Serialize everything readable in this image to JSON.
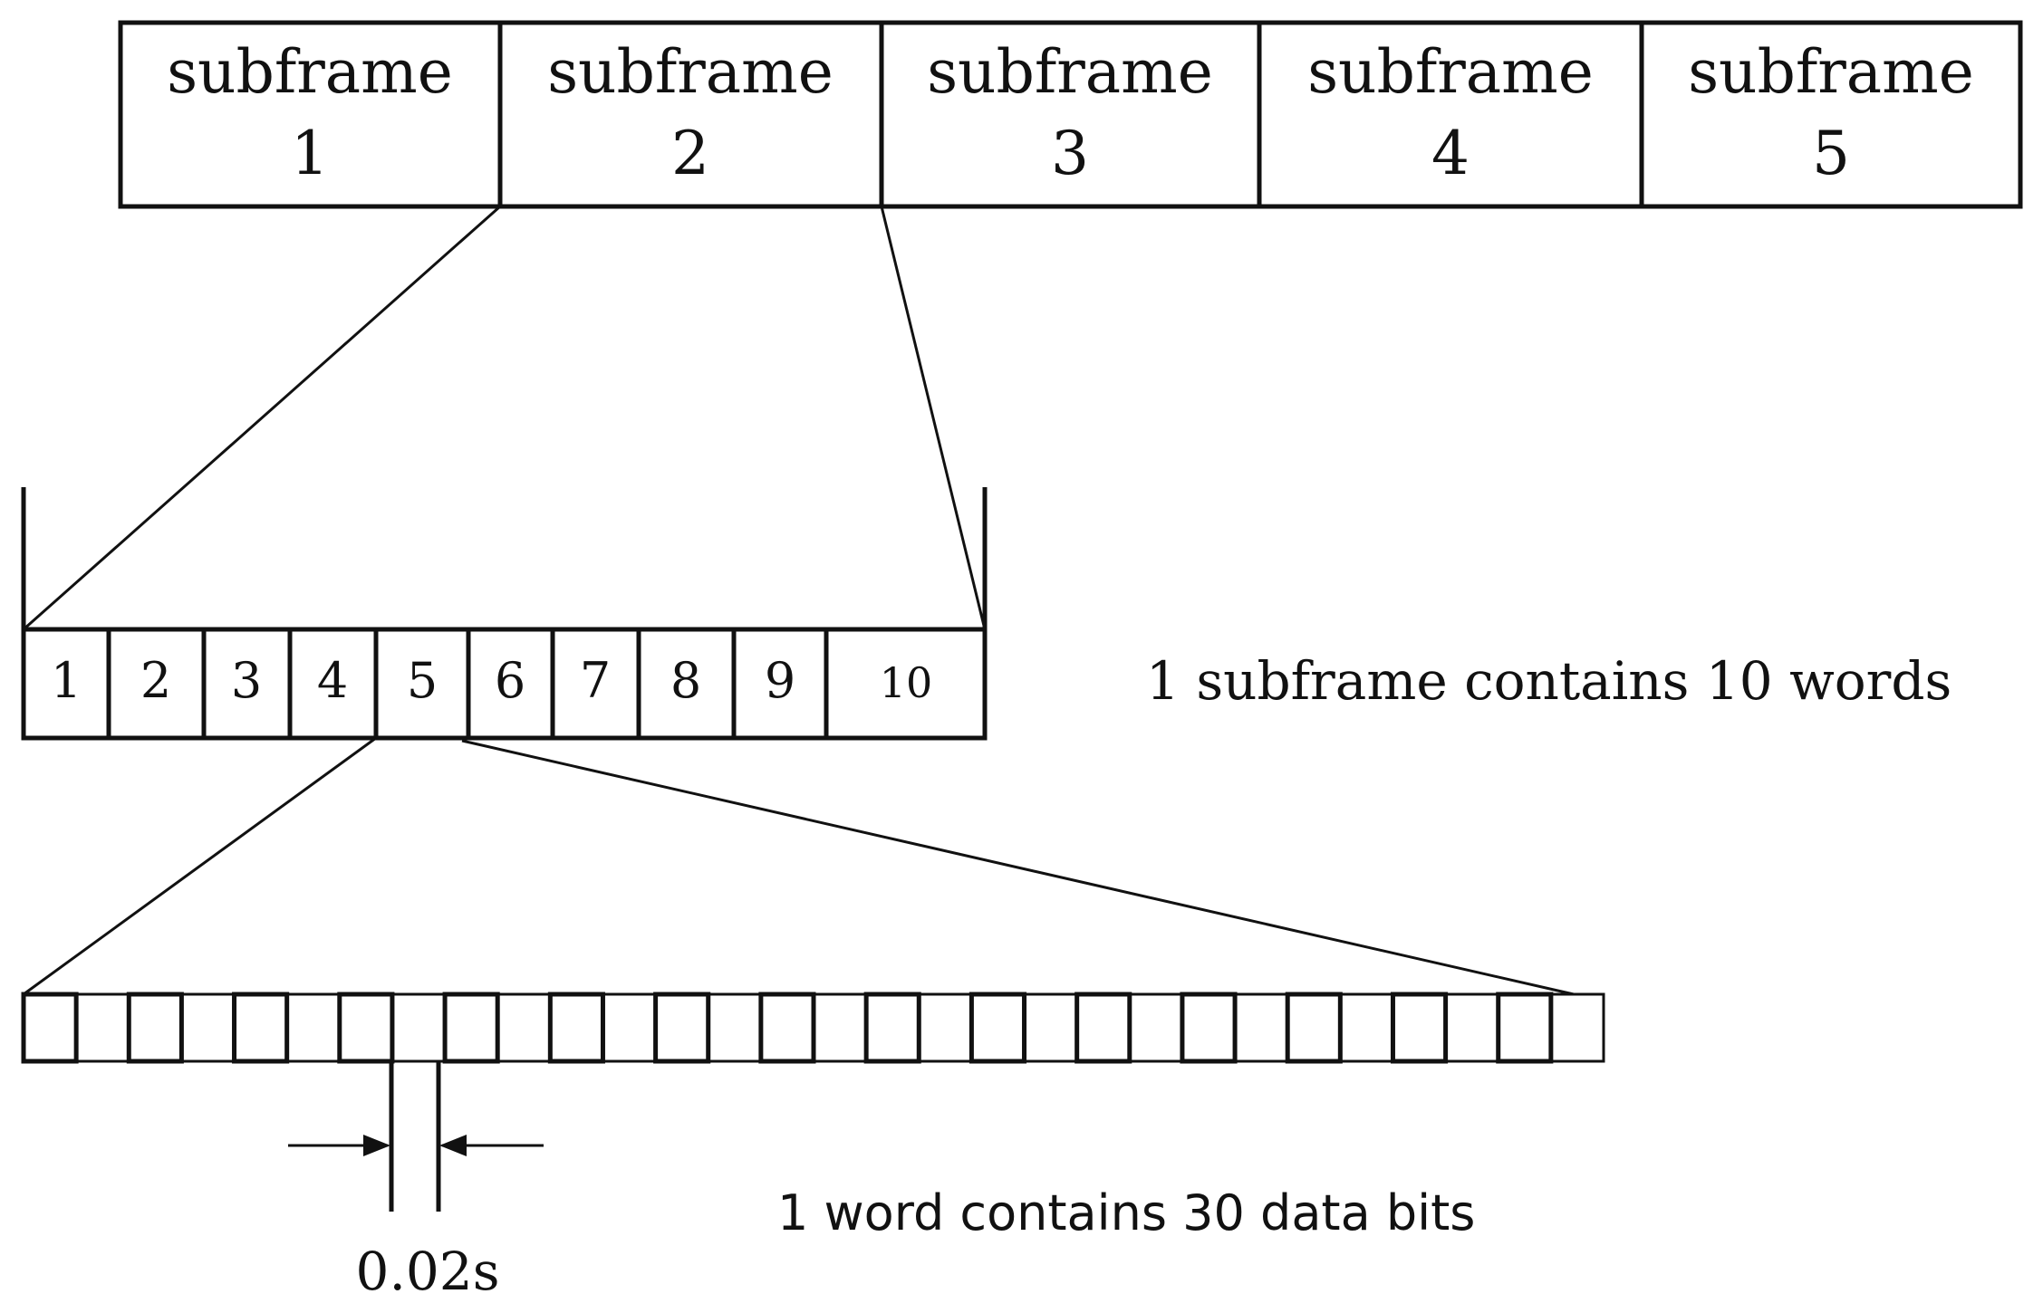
{
  "subframes": [
    {
      "line1": "subframe",
      "line2": "1"
    },
    {
      "line1": "subframe",
      "line2": "2"
    },
    {
      "line1": "subframe",
      "line2": "3"
    },
    {
      "line1": "subframe",
      "line2": "4"
    },
    {
      "line1": "subframe",
      "line2": "5"
    }
  ],
  "words": [
    "1",
    "2",
    "3",
    "4",
    "5",
    "6",
    "7",
    "8",
    "9",
    "10"
  ],
  "subframe_caption": "1 subframe contains 10 words",
  "bit_count": 30,
  "word_caption": "1 word contains 30 data bits",
  "bit_duration_label": "0.02s"
}
